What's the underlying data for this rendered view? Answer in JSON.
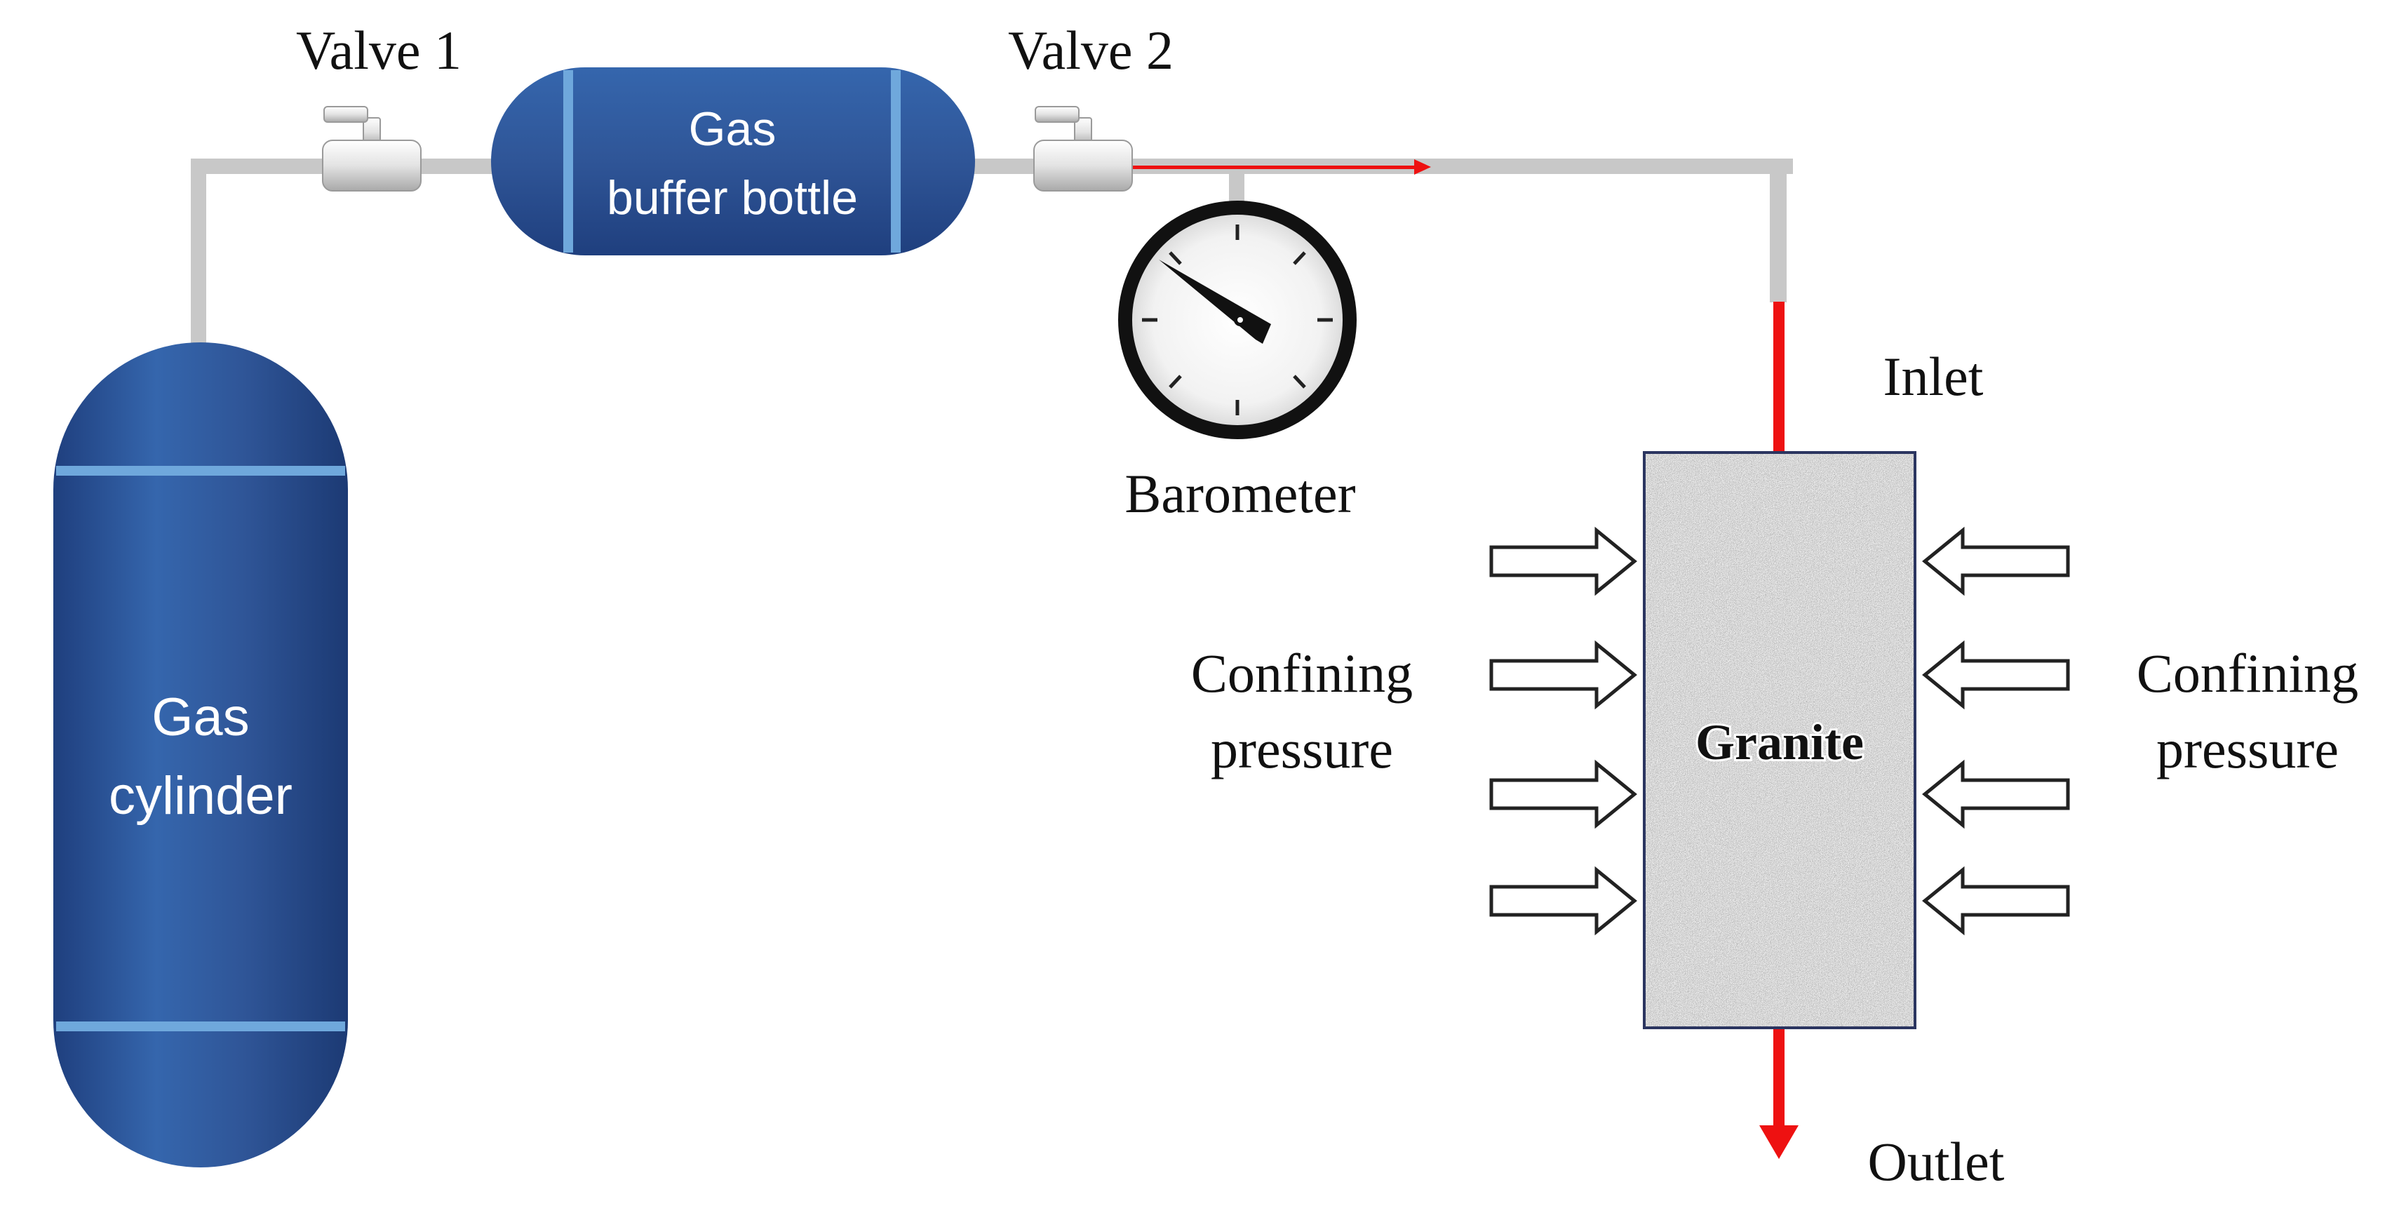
{
  "labels": {
    "valve1": "Valve 1",
    "valve2": "Valve 2",
    "buffer_line1": "Gas",
    "buffer_line2": "buffer bottle",
    "cylinder_line1": "Gas",
    "cylinder_line2": "cylinder",
    "barometer": "Barometer",
    "inlet": "Inlet",
    "outlet": "Outlet",
    "granite": "Granite",
    "confining_left_line1": "Confining",
    "confining_left_line2": "pressure",
    "confining_right_line1": "Confining",
    "confining_right_line2": "pressure"
  },
  "colors": {
    "vessel_blue": "#2f5597",
    "vessel_band": "#6fa8dc",
    "pipe_gray": "#c8c8c8",
    "flow_red": "#ee1111",
    "granite_border": "#2b3560"
  }
}
